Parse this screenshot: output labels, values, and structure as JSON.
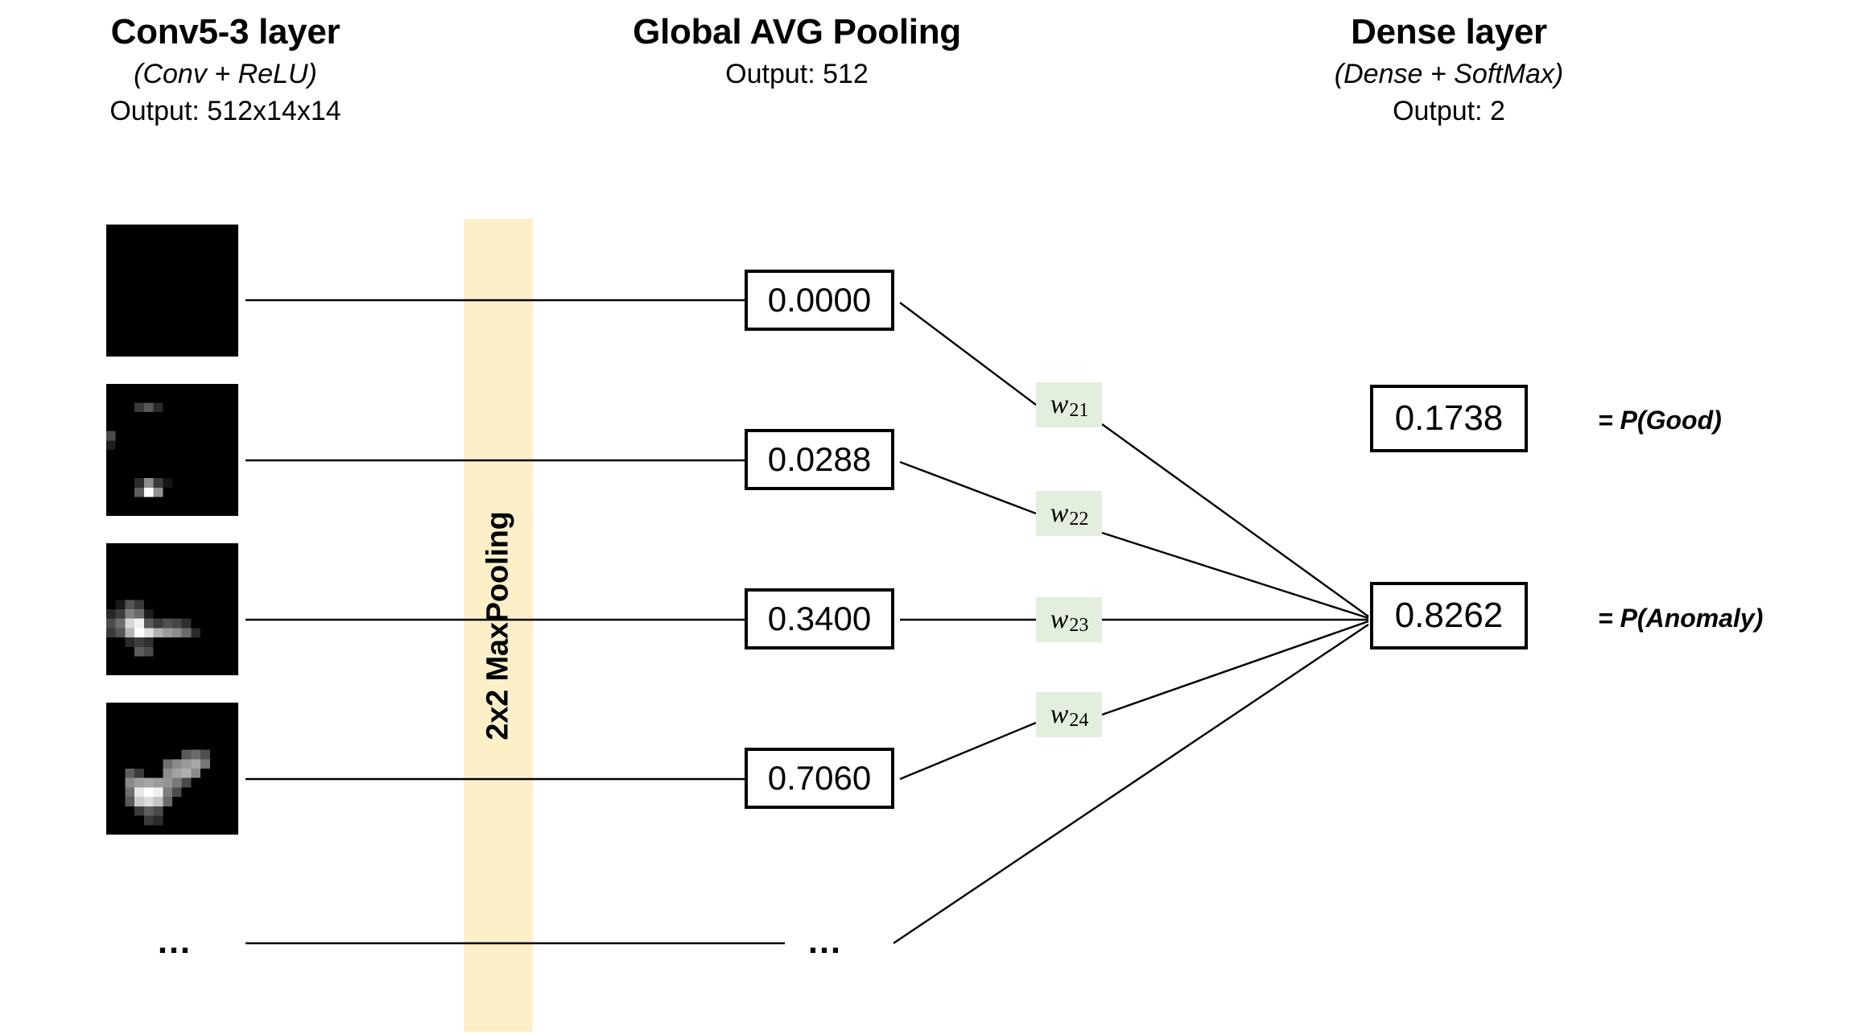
{
  "columns": [
    {
      "id": "conv",
      "title": "Conv5-3 layer",
      "subtitle": "(Conv + ReLU)",
      "output": "Output: 512x14x14"
    },
    {
      "id": "gap",
      "title": "Global AVG Pooling",
      "subtitle": "",
      "output": "Output: 512"
    },
    {
      "id": "dense",
      "title": "Dense layer",
      "subtitle": "(Dense + SoftMax)",
      "output": "Output: 2"
    }
  ],
  "maxpool": {
    "label": "2x2 MaxPooling",
    "color": "#fdf0c9"
  },
  "feature_maps": [
    {
      "name": "feature-map-1",
      "description": "all black, no activation"
    },
    {
      "name": "feature-map-2",
      "description": "sparse bright spot near bottom center"
    },
    {
      "name": "feature-map-3",
      "description": "horizontal bright streak, mid-left"
    },
    {
      "name": "feature-map-4",
      "description": "curved hook-shaped bright blob"
    }
  ],
  "gap_values": [
    "0.0000",
    "0.0288",
    "0.3400",
    "0.7060"
  ],
  "gap_ellipsis": "…",
  "feature_ellipsis": "…",
  "weights": [
    {
      "symbol": "w",
      "sub": "21"
    },
    {
      "symbol": "w",
      "sub": "22"
    },
    {
      "symbol": "w",
      "sub": "23"
    },
    {
      "symbol": "w",
      "sub": "24"
    }
  ],
  "weight_chip_color": "#e3eede",
  "outputs": [
    {
      "value": "0.1738",
      "label": "= P(Good)"
    },
    {
      "value": "0.8262",
      "label": "= P(Anomaly)"
    }
  ]
}
